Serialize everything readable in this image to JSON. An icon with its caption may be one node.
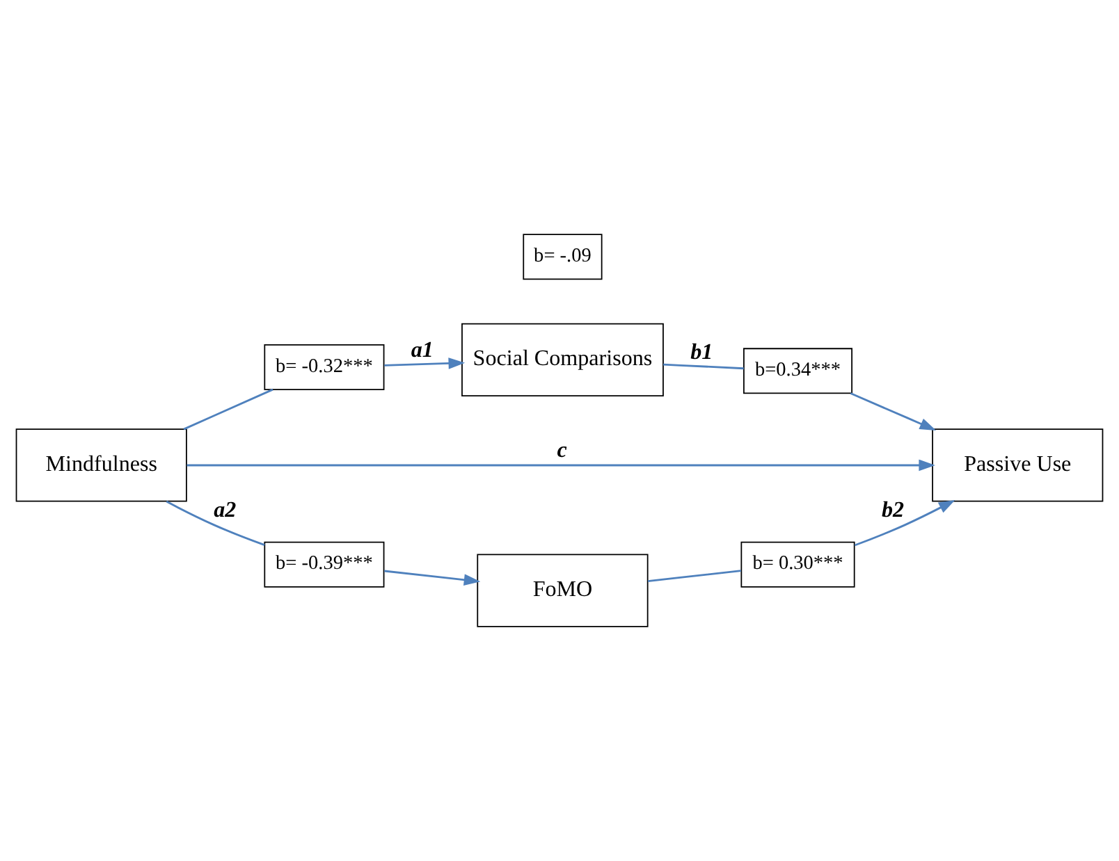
{
  "diagram": {
    "nodes": [
      {
        "text": [
          "Social Comparisons"
        ]
      },
      {
        "text": [
          "b= -0.32***"
        ]
      },
      {
        "text": [
          "b=0.34***"
        ]
      },
      {
        "text": [
          "Mindfulness"
        ]
      },
      {
        "text": [
          "Passive Use"
        ]
      },
      {
        "text": [
          "b= -.09"
        ]
      },
      {
        "text": [
          "b= -0.39***"
        ]
      },
      {
        "text": [
          "b= 0.30***"
        ]
      },
      {
        "text": [
          "FoMO"
        ]
      }
    ],
    "edges": [
      {
        "from": 3,
        "to": 1,
        "arrow": "none"
      },
      {
        "from": 1,
        "to": 0,
        "arrow": "to",
        "label": "a1"
      },
      {
        "from": 0,
        "to": 2,
        "arrow": "none",
        "label": "b1"
      },
      {
        "from": 2,
        "to": 4,
        "arrow": "to"
      },
      {
        "from": 3,
        "to": 4,
        "arrow": "to",
        "label": "c"
      },
      {
        "from": 3,
        "to": 6,
        "arrow": "none",
        "label": "a2"
      },
      {
        "from": 6,
        "to": 8,
        "arrow": "to"
      },
      {
        "from": 8,
        "to": 7,
        "arrow": "none"
      },
      {
        "from": 7,
        "to": 4,
        "arrow": "to",
        "label": "b2"
      }
    ]
  }
}
